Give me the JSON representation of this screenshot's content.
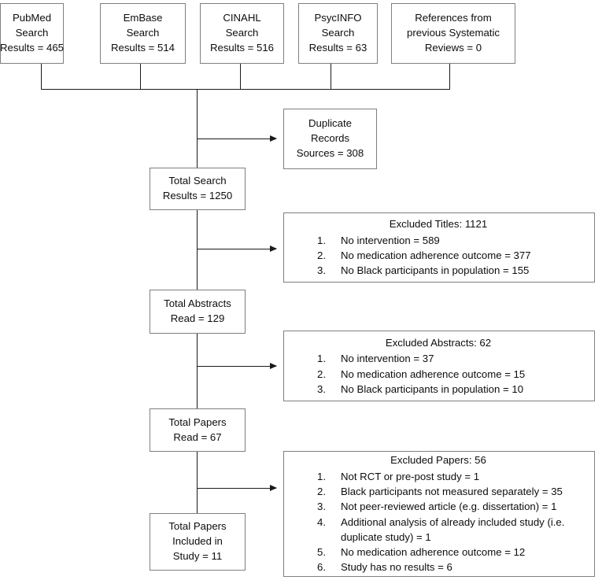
{
  "diagram": {
    "title": "PRISMA study selection flow diagram",
    "accent_color": "#7f7f7f",
    "line_color": "#1a1a1a",
    "background": "#ffffff"
  },
  "sources": [
    {
      "name": "pubmed",
      "line1": "PubMed",
      "line2": "Search",
      "line3": "Results = 465"
    },
    {
      "name": "embase",
      "line1": "EmBase",
      "line2": "Search",
      "line3": "Results = 514"
    },
    {
      "name": "cinahl",
      "line1": "CINAHL",
      "line2": "Search",
      "line3": "Results = 516"
    },
    {
      "name": "psycinfo",
      "line1": "PsycINFO",
      "line2": "Search",
      "line3": "Results = 63"
    },
    {
      "name": "prev-reviews",
      "line1": "References from",
      "line2": "previous Systematic",
      "line3": "Reviews = 0"
    }
  ],
  "duplicates": {
    "line1": "Duplicate",
    "line2": "Records",
    "line3": "Sources = 308"
  },
  "stages": {
    "total_search": {
      "line1": "Total Search",
      "line2": "Results = 1250"
    },
    "total_abstracts": {
      "line1": "Total Abstracts",
      "line2": "Read = 129"
    },
    "total_papers_read": {
      "line1": "Total Papers",
      "line2": "Read = 67"
    },
    "total_papers_included": {
      "line1": "Total Papers",
      "line2": "Included in",
      "line3": "Study = 11"
    }
  },
  "excluded_titles": {
    "title": "Excluded Titles: 1121",
    "items": [
      "No intervention = 589",
      "No medication adherence outcome = 377",
      "No Black participants in population = 155"
    ]
  },
  "excluded_abstracts": {
    "title": "Excluded Abstracts: 62",
    "items": [
      "No intervention = 37",
      "No medication adherence outcome = 15",
      "No Black participants in population = 10"
    ]
  },
  "excluded_papers": {
    "title": "Excluded Papers: 56",
    "items": [
      "Not RCT or pre-post study = 1",
      "Black participants not measured separately = 35",
      "Not peer-reviewed article (e.g. dissertation) = 1",
      "Additional analysis of already included study (i.e. duplicate study) = 1",
      "No medication adherence outcome = 12",
      "Study has no results = 6"
    ]
  }
}
